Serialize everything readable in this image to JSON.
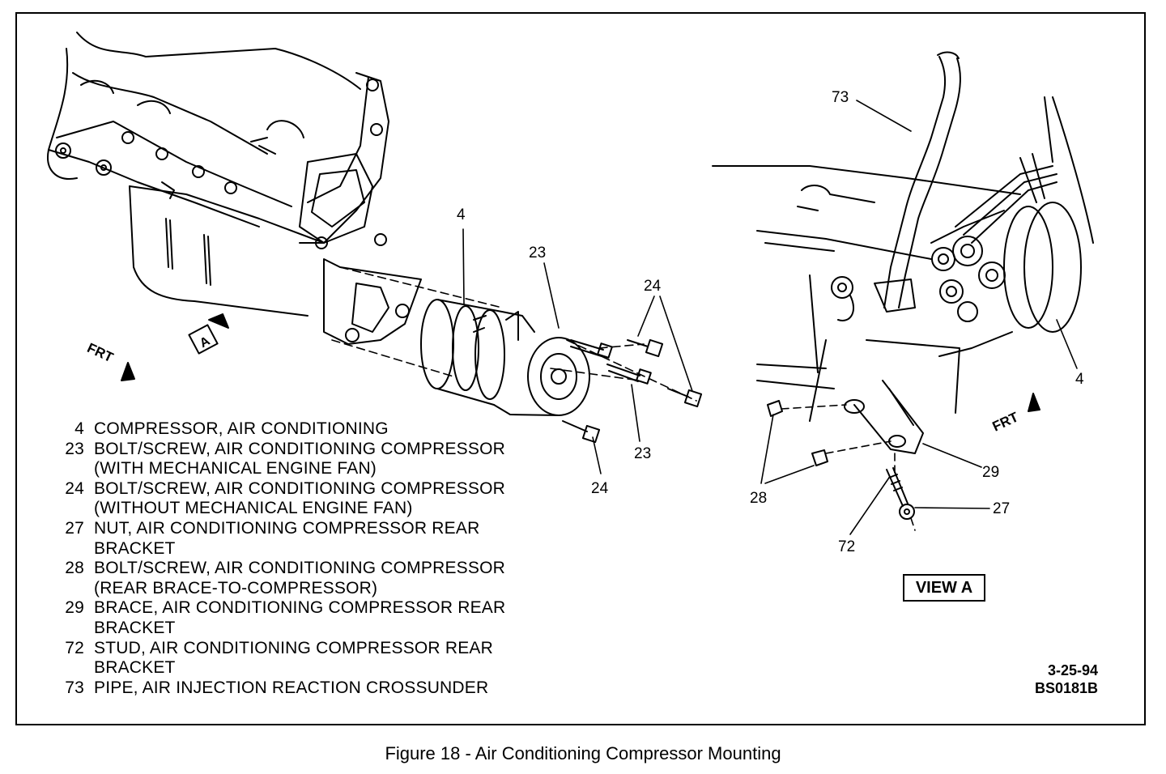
{
  "figure": {
    "caption": "Figure 18 - Air Conditioning Compressor Mounting",
    "date_code": "3-25-94",
    "drawing_id": "BS0181B",
    "view_label": "VIEW A",
    "view_arrow_letter": "A",
    "frt_left": "FRT",
    "frt_right": "FRT"
  },
  "callouts": {
    "c4_main": "4",
    "c23_top": "23",
    "c24_top": "24",
    "c23_bottom": "23",
    "c24_bottom": "24",
    "c73": "73",
    "c4_view": "4",
    "c29": "29",
    "c28": "28",
    "c27": "27",
    "c72": "72"
  },
  "legend": [
    {
      "num": "4",
      "lines": [
        "COMPRESSOR, AIR CONDITIONING"
      ]
    },
    {
      "num": "23",
      "lines": [
        "BOLT/SCREW, AIR CONDITIONING COMPRESSOR",
        "(WITH MECHANICAL ENGINE FAN)"
      ]
    },
    {
      "num": "24",
      "lines": [
        "BOLT/SCREW, AIR CONDITIONING COMPRESSOR",
        "(WITHOUT MECHANICAL ENGINE FAN)"
      ]
    },
    {
      "num": "27",
      "lines": [
        "NUT, AIR CONDITIONING COMPRESSOR REAR",
        "BRACKET"
      ]
    },
    {
      "num": "28",
      "lines": [
        "BOLT/SCREW, AIR CONDITIONING COMPRESSOR",
        "(REAR BRACE-TO-COMPRESSOR)"
      ]
    },
    {
      "num": "29",
      "lines": [
        "BRACE, AIR CONDITIONING COMPRESSOR REAR",
        "BRACKET"
      ]
    },
    {
      "num": "72",
      "lines": [
        "STUD, AIR CONDITIONING COMPRESSOR REAR",
        "BRACKET"
      ]
    },
    {
      "num": "73",
      "lines": [
        "PIPE, AIR INJECTION REACTION CROSSUNDER"
      ]
    }
  ]
}
